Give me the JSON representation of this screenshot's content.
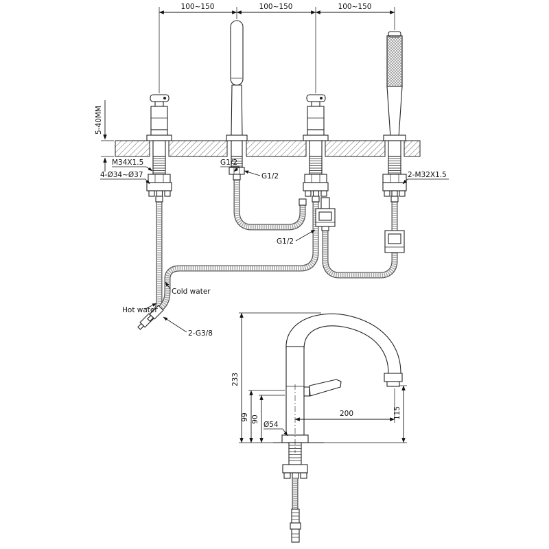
{
  "drawing": {
    "top": {
      "spacing1": "100~150",
      "spacing2": "100~150",
      "spacing3": "100~150",
      "deck_thickness": "5-40MM",
      "valve_thread": "M34X1.5",
      "mounting_holes": "4-Ø34~Ø37",
      "spout_thread_top": "G1/2",
      "spout_thread": "G1/2",
      "shower_hose_thread": "G1/2",
      "shower_thread": "2-M32X1.5",
      "cold_water": "Cold water",
      "hot_water": "Hot water",
      "supply_thread": "2-G3/8"
    },
    "bottom": {
      "total_height": "233",
      "height_to_handle": "99",
      "height_to_body": "90",
      "base_diameter": "Ø54",
      "spout_reach": "200",
      "outlet_height": "115"
    }
  }
}
